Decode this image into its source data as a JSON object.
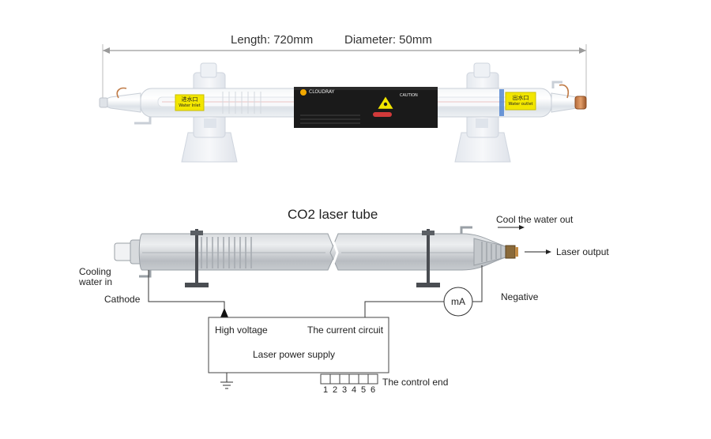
{
  "dimensions": {
    "length": "Length: 720mm",
    "diameter": "Diameter: 50mm"
  },
  "tube_photo": {
    "left_tag": [
      "进水口",
      "Water Inlet"
    ],
    "right_tag": [
      "出水口",
      "Water outlet"
    ],
    "label_brand": "CLOUDRAY",
    "label_caution": "CAUTION"
  },
  "diagram": {
    "title": "CO2 laser tube",
    "cool_water_out": "Cool the water out",
    "laser_output": "Laser output",
    "cooling_water_in": [
      "Cooling",
      "water in"
    ],
    "cathode": "Cathode",
    "negative": "Negative",
    "ammeter": "mA",
    "high_voltage": "High voltage",
    "current_circuit": "The current circuit",
    "power_supply": "Laser power supply",
    "control_end": "The control end",
    "terminals": [
      "1",
      "2",
      "3",
      "4",
      "5",
      "6"
    ]
  },
  "colors": {
    "tag_yellow": "#f2e600",
    "label_black": "#1a1a1a",
    "bracket_white": "#eef0f4",
    "tube_gray": "#c9cdd2"
  }
}
